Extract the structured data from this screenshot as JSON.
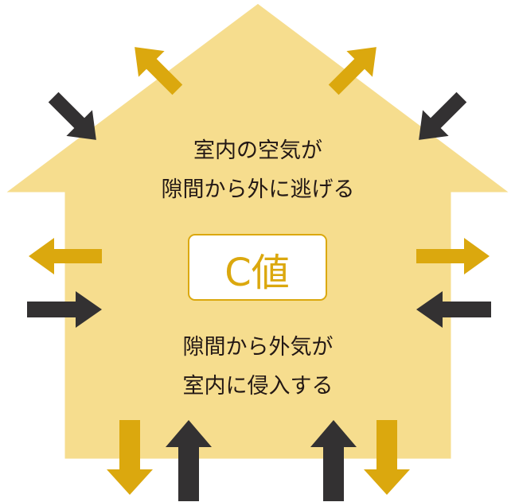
{
  "colors": {
    "house_fill": "#f6dd8e",
    "house_edge": "#ffffff",
    "outflow_arrow": "#dba80e",
    "inflow_arrow": "#333132",
    "text": "#231815",
    "badge_border": "#dba80e",
    "badge_text": "#dba80e",
    "badge_fill": "#ffffff"
  },
  "top_text": {
    "line1": "室内の空気が",
    "line2": "隙間から外に逃げる"
  },
  "badge": {
    "label": "C値"
  },
  "bottom_text": {
    "line1": "隙間から外気が",
    "line2": "室内に侵入する"
  },
  "legend_semantics": {
    "outflow_icon": "arrow-out-icon",
    "inflow_icon": "arrow-in-icon"
  }
}
